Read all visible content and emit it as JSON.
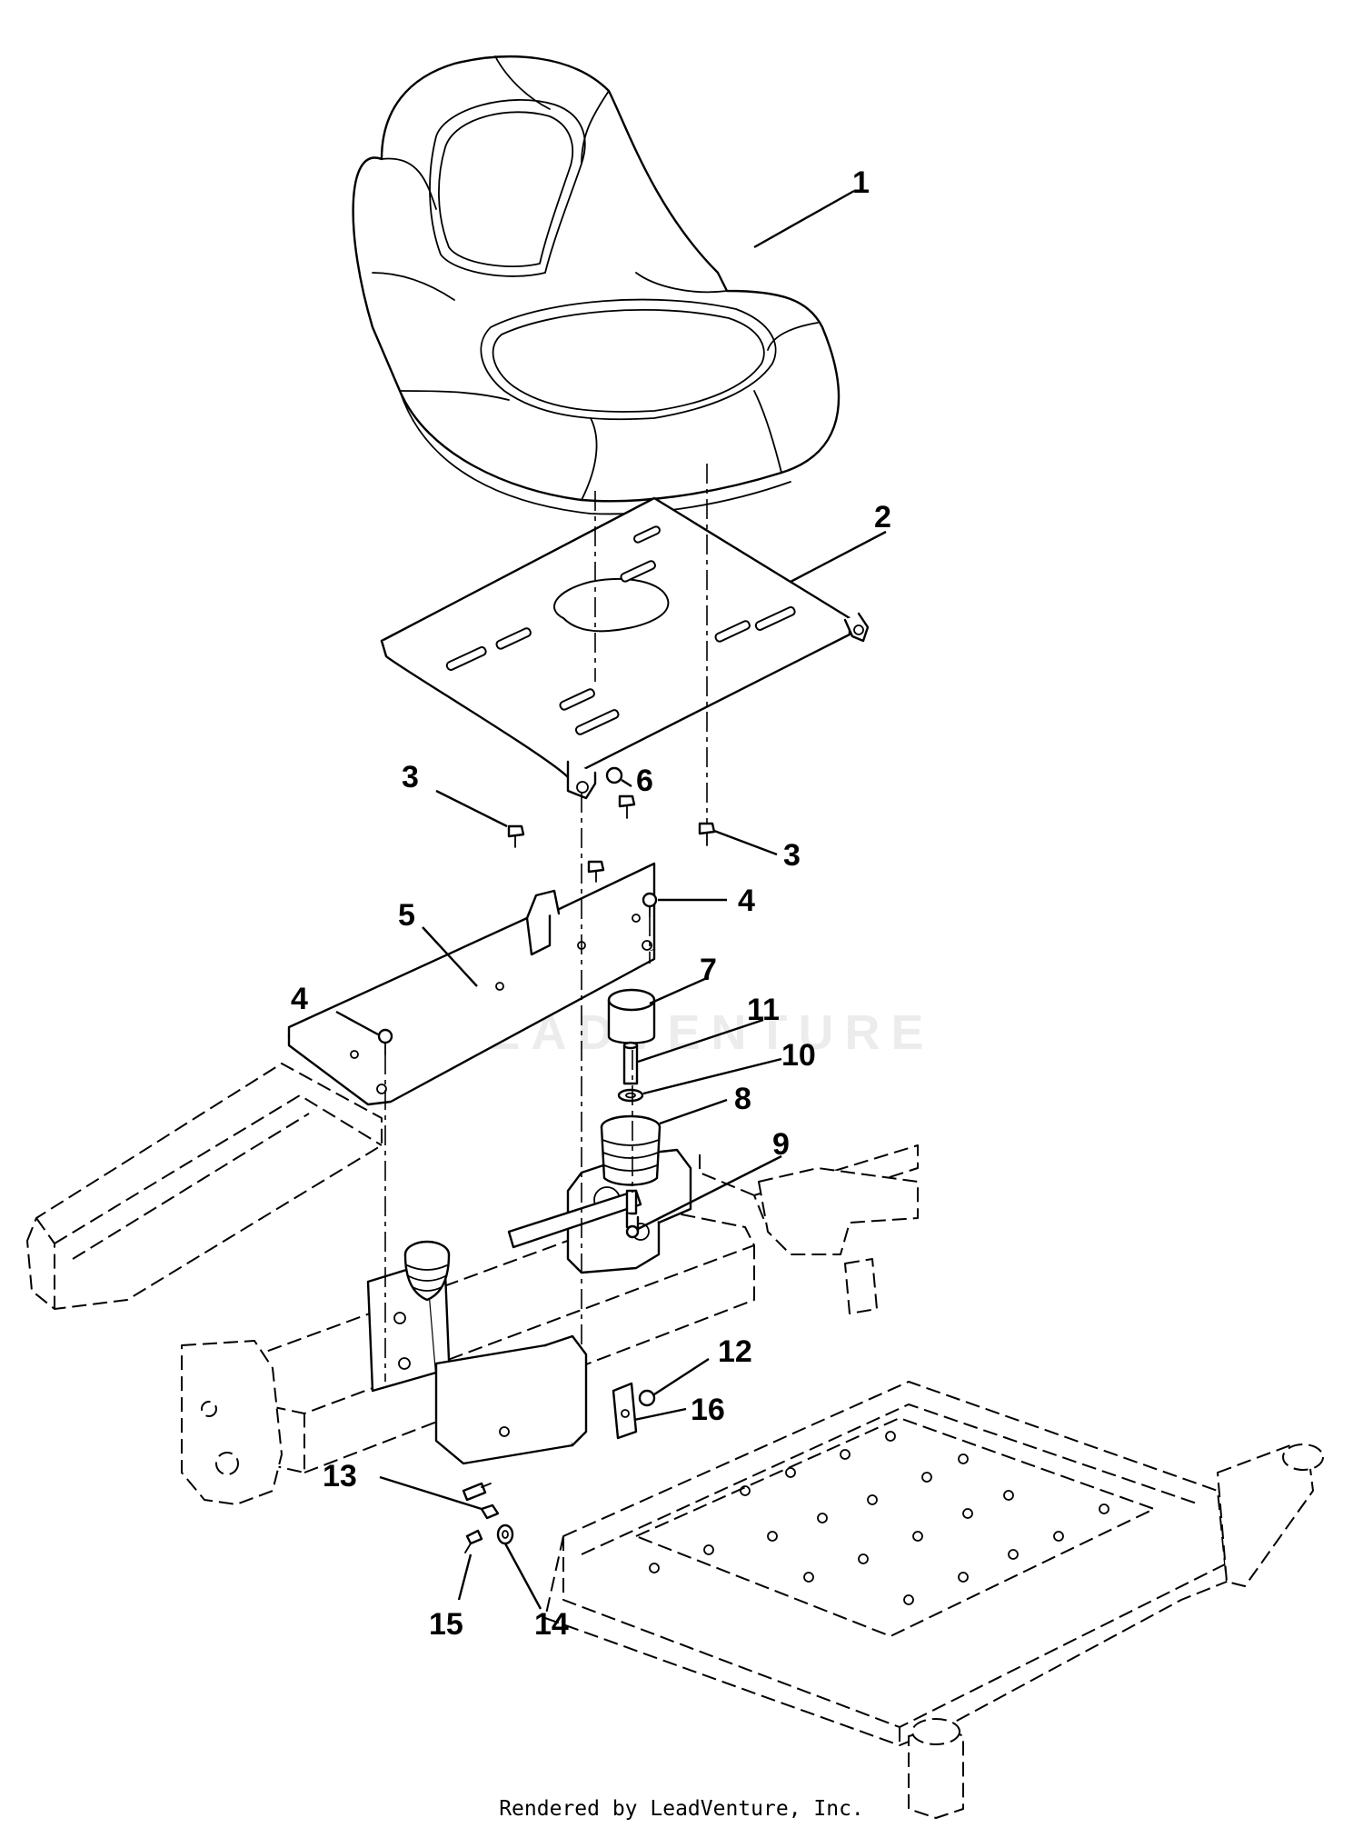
{
  "callouts": {
    "c1": "1",
    "c2": "2",
    "c3a": "3",
    "c3b": "3",
    "c4a": "4",
    "c4b": "4",
    "c5": "5",
    "c6": "6",
    "c7": "7",
    "c8": "8",
    "c9": "9",
    "c10": "10",
    "c11": "11",
    "c12": "12",
    "c13": "13",
    "c14": "14",
    "c15": "15",
    "c16": "16"
  },
  "watermark": {
    "text": "LEADVENTURE"
  },
  "footer": {
    "text": "Rendered by LeadVenture, Inc."
  }
}
